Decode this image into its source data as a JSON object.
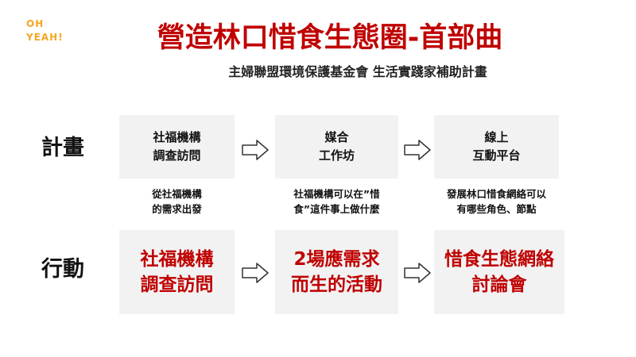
{
  "logo": {
    "line1": "OH",
    "line2": "YEAH!"
  },
  "title": "營造林口惜食生態圈-首部曲",
  "subtitle": "主婦聯盟環境保護基金會 生活實踐家補助計畫",
  "plan": {
    "label": "計畫",
    "boxes": [
      {
        "text": "社福機構\n調查訪問",
        "desc": "從社福機構\n的需求出發"
      },
      {
        "text": "媒合\n工作坊",
        "desc": "社福機構可以在”惜\n食”這件事上做什麼"
      },
      {
        "text": "線上\n互動平台",
        "desc": "發展林口惜食網絡可以\n有哪些角色、節點"
      }
    ]
  },
  "action": {
    "label": "行動",
    "boxes": [
      {
        "text": "社福機構\n調查訪問"
      },
      {
        "text": "2場應需求\n而生的活動"
      },
      {
        "text": "惜食生態網絡\n討論會"
      }
    ]
  },
  "colors": {
    "accent_red": "#c00000",
    "logo_orange": "#f5a623",
    "box_gray": "#f2f2f2"
  },
  "icons": {
    "flow_arrow": "right-arrow-outline-icon"
  }
}
